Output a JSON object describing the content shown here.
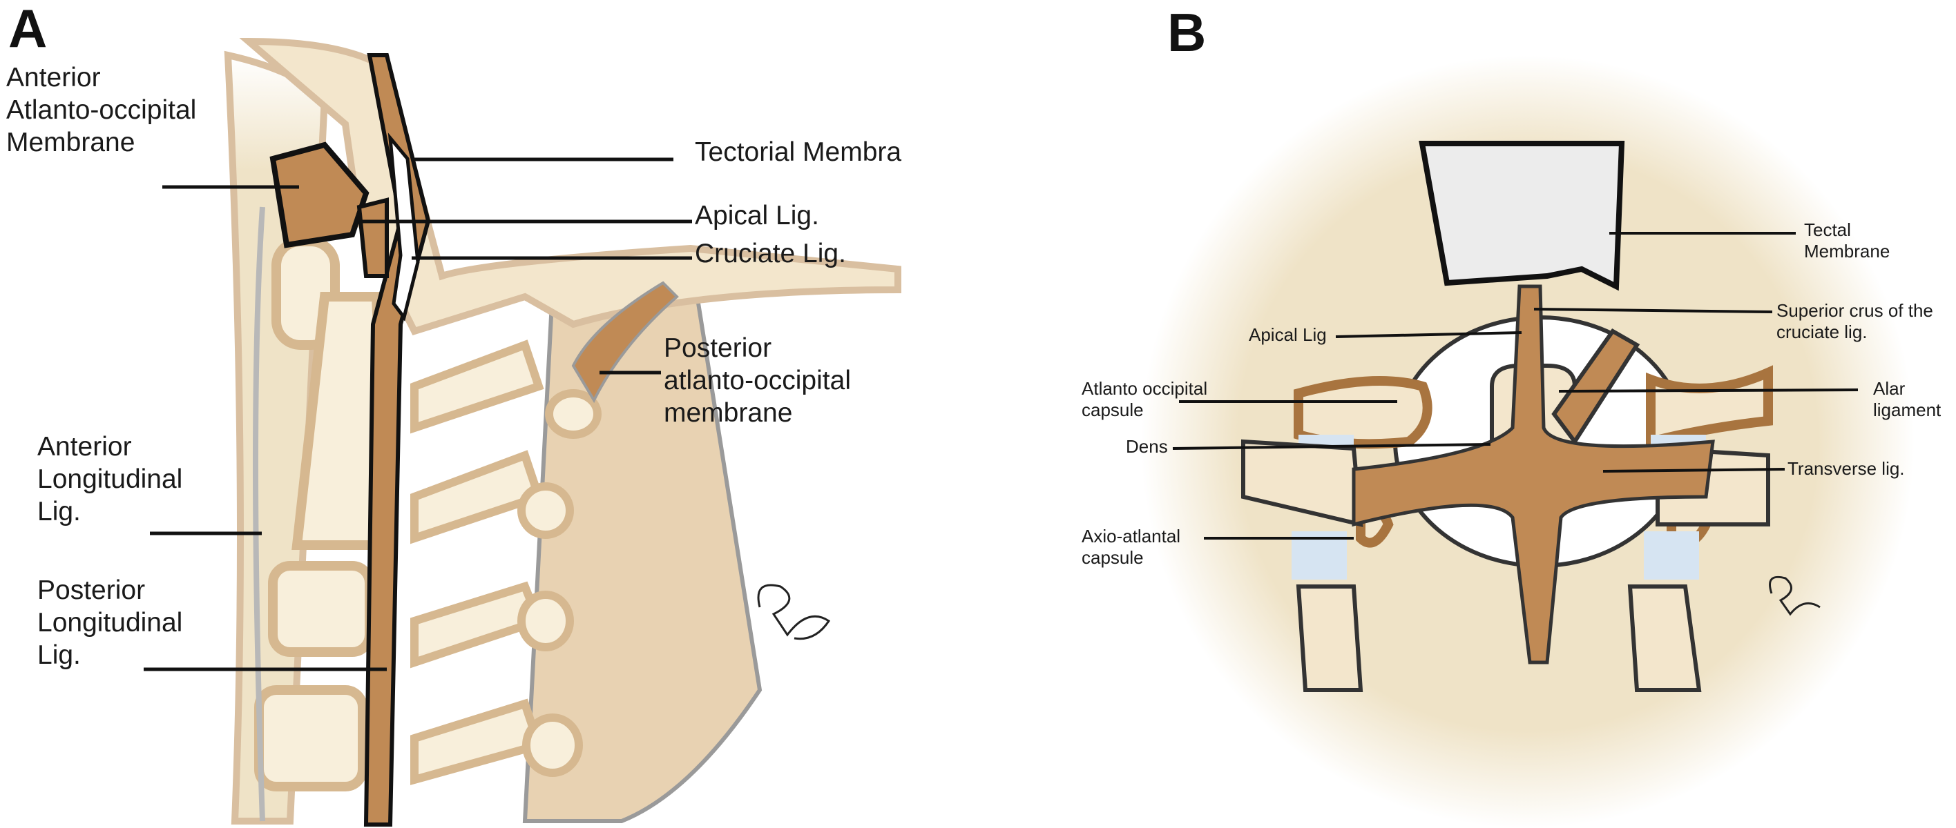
{
  "panels": {
    "a": {
      "letter": "A",
      "labels": {
        "anterior_ao_membrane": "Anterior\nAtlanto-occipital\nMembrane",
        "tectorial_membrane": "Tectorial Membra",
        "apical_lig": "Apical Lig.",
        "cruciate_lig": "Cruciate Lig.",
        "posterior_ao_membrane": "Posterior\natlanto-occipital\nmembrane",
        "anterior_longitudinal_lig": "Anterior\nLongitudinal\nLig.",
        "posterior_longitudinal_lig": "Posterior\nLongitudinal\nLig."
      }
    },
    "b": {
      "letter": "B",
      "labels": {
        "tectal_membrane": "Tectal\nMembrane",
        "superior_crus": "Superior crus of the\ncruciate lig.",
        "apical_lig": "Apical  Lig",
        "alar_ligament": "Alar ligament",
        "atlanto_occipital_capsule": "Atlanto occipital\ncapsule",
        "dens": "Dens",
        "transverse_lig": "Transverse lig.",
        "axio_atlantal_capsule": "Axio-atlantal\ncapsule"
      }
    }
  },
  "colors": {
    "bone": "#f3e6cc",
    "ligament": "#c08a55",
    "outline_brown": "#a8743f",
    "capsule": "#d6e4f2",
    "membrane_grey": "#ececec"
  }
}
